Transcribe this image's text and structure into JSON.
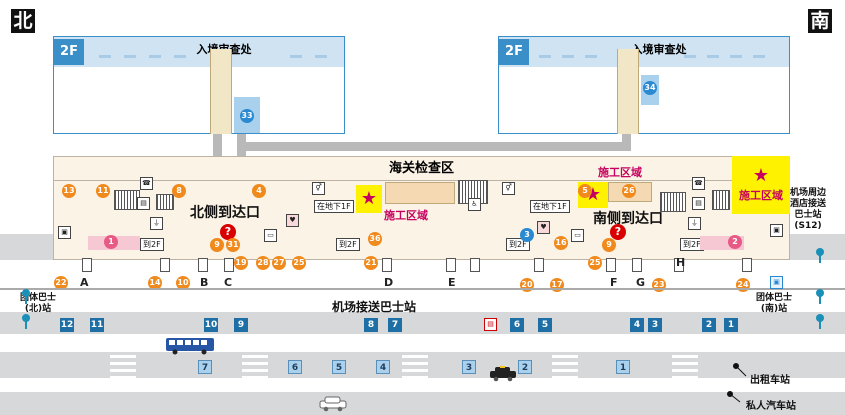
{
  "directions": {
    "north": "北",
    "south": "南"
  },
  "floor_2f": {
    "label": "2F",
    "title": "入境审查处",
    "north_stand": "33",
    "south_stand": "34"
  },
  "hall": {
    "customs": "海关检查区",
    "north_exit": "北侧到达口",
    "south_exit": "南侧到达口",
    "construction": "施工区域",
    "to_b1f": "在地下1F",
    "to_2f": "到2F"
  },
  "bus_area": {
    "title": "机场接送巴士站",
    "group_north": [
      "团体巴士",
      "(北)站"
    ],
    "group_south": [
      "团体巴士",
      "(南)站"
    ],
    "hotel_shuttle": [
      "机场周边",
      "酒店接送",
      "巴士站",
      "(S12)"
    ]
  },
  "gates": [
    "A",
    "B",
    "C",
    "D",
    "E",
    "F",
    "G",
    "H"
  ],
  "stops_upper": [
    "12",
    "11",
    "10",
    "9",
    "8",
    "7",
    "6",
    "5",
    "4",
    "3",
    "2",
    "1"
  ],
  "stops_lower": [
    "7",
    "6",
    "5",
    "4",
    "3",
    "2",
    "1"
  ],
  "legend": {
    "taxi": "出租车站",
    "private": "私人汽车站"
  },
  "numbered_spots": {
    "orange": [
      "13",
      "11",
      "8",
      "4",
      "5",
      "26",
      "9",
      "31",
      "19",
      "28",
      "27",
      "25",
      "36",
      "21",
      "16",
      "9",
      "22",
      "14",
      "10",
      "20",
      "17",
      "25",
      "23",
      "24"
    ],
    "pink": [
      "1",
      "2"
    ],
    "blue": [
      "3"
    ]
  },
  "colors": {
    "accent_blue": "#3a8fc8",
    "construction_yellow": "#fff200",
    "label_magenta": "#c6005e",
    "spot_orange": "#f08a1c"
  }
}
